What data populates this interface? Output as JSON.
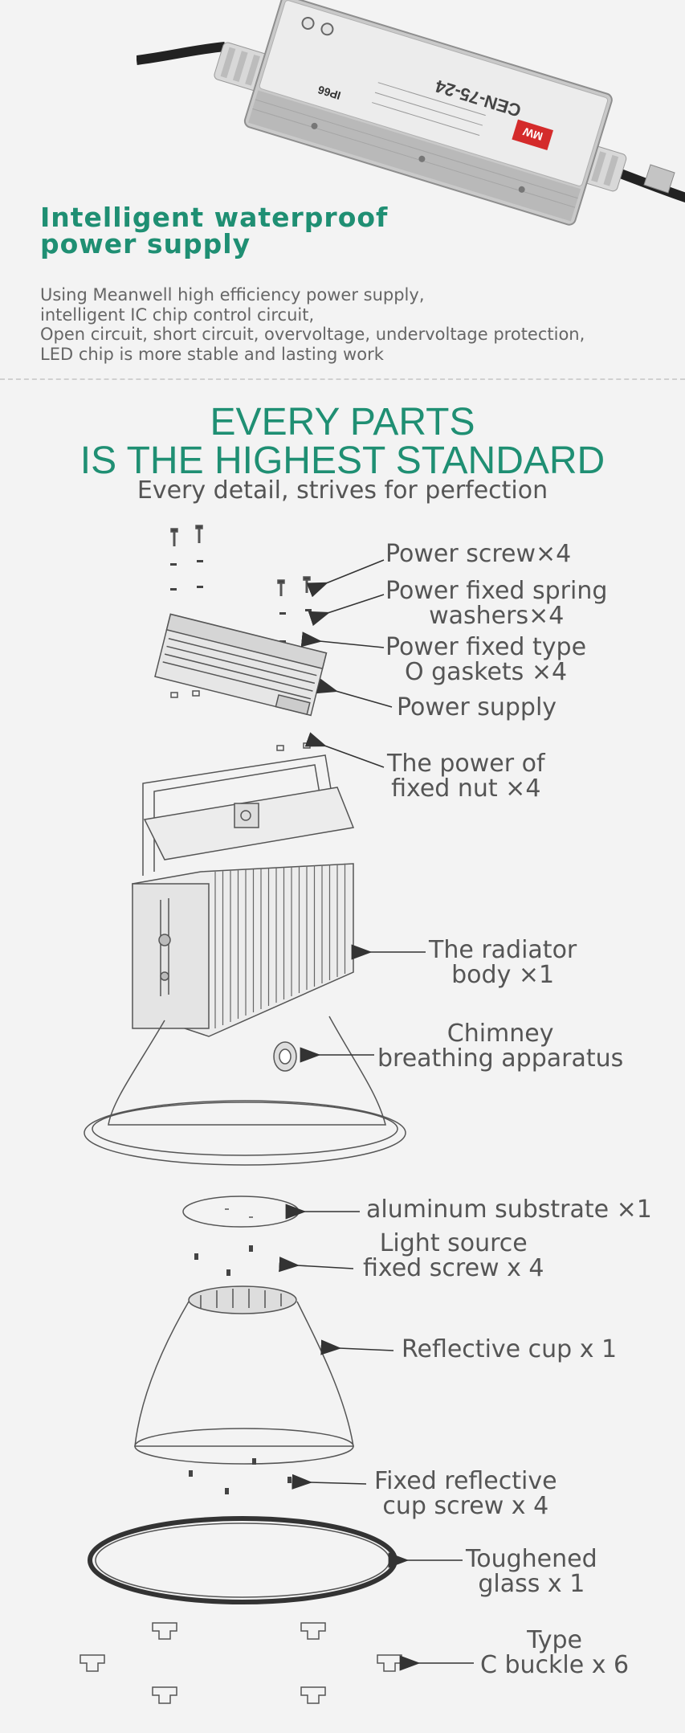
{
  "feature": {
    "title_lines": [
      "Intelligent waterproof",
      "power supply"
    ],
    "description_lines": [
      "Using Meanwell high efficiency power supply,",
      "intelligent IC chip control circuit,",
      "Open circuit, short circuit, overvoltage, undervoltage protection,",
      "LED chip is more stable and lasting work"
    ],
    "product_label": {
      "model": "CEN-75-24",
      "brand": "MW",
      "rating": "IP66"
    }
  },
  "parts_section": {
    "headline_lines": [
      "EVERY PARTS",
      "IS THE HIGHEST STANDARD"
    ],
    "subheadline": "Every detail, strives for perfection"
  },
  "parts": [
    {
      "lines": [
        "Power screw×4"
      ]
    },
    {
      "lines": [
        "Power fixed spring",
        "washers×4"
      ]
    },
    {
      "lines": [
        "Power fixed type",
        "O gaskets ×4"
      ]
    },
    {
      "lines": [
        "Power supply"
      ]
    },
    {
      "lines": [
        "The power of",
        "fixed nut ×4"
      ]
    },
    {
      "lines": [
        "The radiator",
        "body ×1"
      ]
    },
    {
      "lines": [
        "Chimney",
        "breathing apparatus"
      ]
    },
    {
      "lines": [
        "aluminum substrate ×1"
      ]
    },
    {
      "lines": [
        "Light source",
        "fixed screw x 4"
      ]
    },
    {
      "lines": [
        "Reflective cup x 1"
      ]
    },
    {
      "lines": [
        "Fixed reflective",
        "cup screw x 4"
      ]
    },
    {
      "lines": [
        "Toughened",
        "glass x 1"
      ]
    },
    {
      "lines": [
        "Type",
        "C buckle x 6"
      ]
    }
  ],
  "colors": {
    "accent": "#1f8f73",
    "background": "#f3f3f3",
    "text": "#555555"
  }
}
